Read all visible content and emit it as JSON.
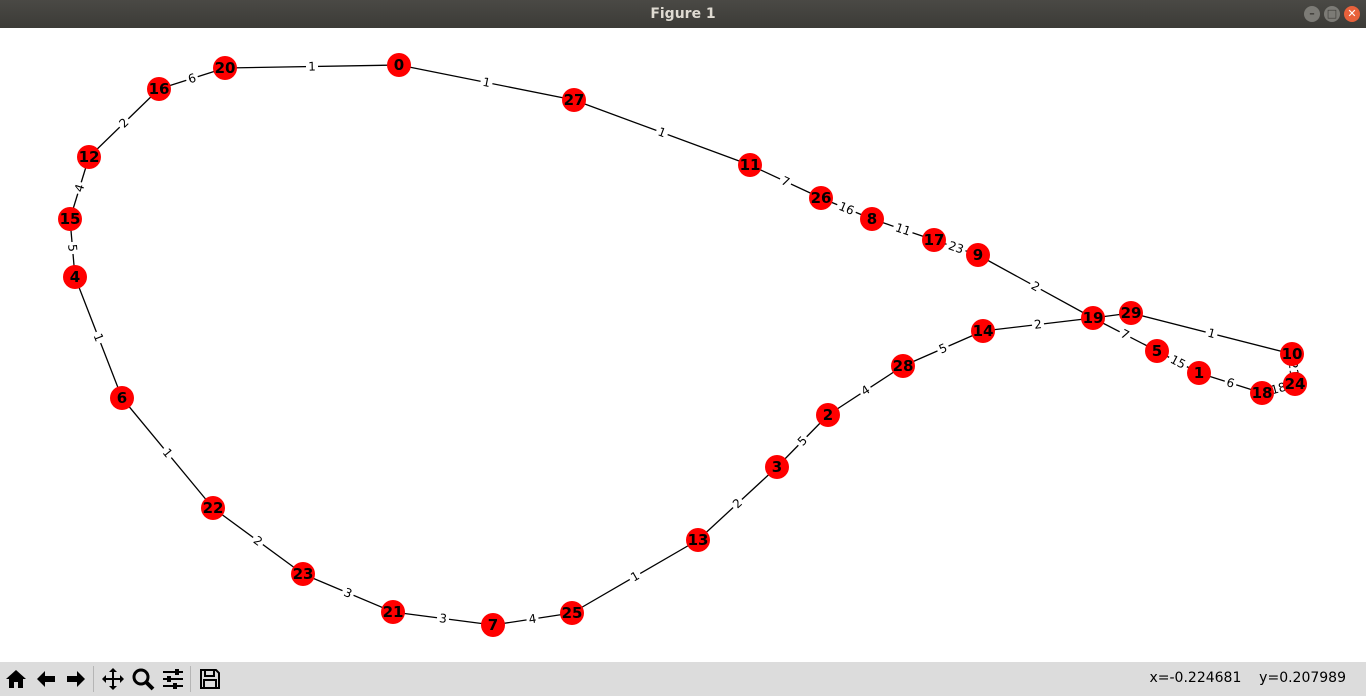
{
  "window": {
    "title": "Figure 1"
  },
  "toolbar": {
    "buttons": [
      {
        "icon": "home-icon"
      },
      {
        "icon": "back-arrow-icon"
      },
      {
        "icon": "forward-arrow-icon"
      },
      {
        "icon": "pan-icon"
      },
      {
        "icon": "zoom-icon"
      },
      {
        "icon": "subplots-config-icon"
      },
      {
        "icon": "save-icon"
      }
    ],
    "x_readout": "x=-0.224681",
    "y_readout": "y=0.207989"
  },
  "colors": {
    "node": "#ff0000",
    "edge": "#000000",
    "background": "#ffffff"
  },
  "graph": {
    "nodes": [
      "0",
      "27",
      "11",
      "26",
      "8",
      "17",
      "9",
      "19",
      "29",
      "10",
      "24",
      "18",
      "1",
      "5",
      "14",
      "28",
      "2",
      "3",
      "13",
      "25",
      "7",
      "21",
      "23",
      "22",
      "6",
      "4",
      "15",
      "12",
      "16",
      "20"
    ],
    "edges": [
      {
        "source": "0",
        "target": "20",
        "weight": "1"
      },
      {
        "source": "0",
        "target": "27",
        "weight": "1"
      },
      {
        "source": "27",
        "target": "11",
        "weight": "1"
      },
      {
        "source": "11",
        "target": "26",
        "weight": "7"
      },
      {
        "source": "26",
        "target": "8",
        "weight": "16"
      },
      {
        "source": "8",
        "target": "17",
        "weight": "11"
      },
      {
        "source": "17",
        "target": "9",
        "weight": "23"
      },
      {
        "source": "9",
        "target": "19",
        "weight": "2"
      },
      {
        "source": "19",
        "target": "29",
        "weight": ""
      },
      {
        "source": "29",
        "target": "10",
        "weight": "1"
      },
      {
        "source": "10",
        "target": "24",
        "weight": "21"
      },
      {
        "source": "24",
        "target": "18",
        "weight": "18"
      },
      {
        "source": "18",
        "target": "1",
        "weight": "6"
      },
      {
        "source": "1",
        "target": "5",
        "weight": "15"
      },
      {
        "source": "5",
        "target": "19",
        "weight": "7"
      },
      {
        "source": "19",
        "target": "14",
        "weight": "2"
      },
      {
        "source": "14",
        "target": "28",
        "weight": "5"
      },
      {
        "source": "28",
        "target": "2",
        "weight": "4"
      },
      {
        "source": "2",
        "target": "3",
        "weight": "5"
      },
      {
        "source": "3",
        "target": "13",
        "weight": "2"
      },
      {
        "source": "13",
        "target": "25",
        "weight": "1"
      },
      {
        "source": "25",
        "target": "7",
        "weight": "4"
      },
      {
        "source": "7",
        "target": "21",
        "weight": "3"
      },
      {
        "source": "21",
        "target": "23",
        "weight": "3"
      },
      {
        "source": "23",
        "target": "22",
        "weight": "2"
      },
      {
        "source": "22",
        "target": "6",
        "weight": "1"
      },
      {
        "source": "6",
        "target": "4",
        "weight": "1"
      },
      {
        "source": "4",
        "target": "15",
        "weight": "5"
      },
      {
        "source": "15",
        "target": "12",
        "weight": "4"
      },
      {
        "source": "12",
        "target": "16",
        "weight": "2"
      },
      {
        "source": "16",
        "target": "20",
        "weight": "6"
      }
    ]
  }
}
